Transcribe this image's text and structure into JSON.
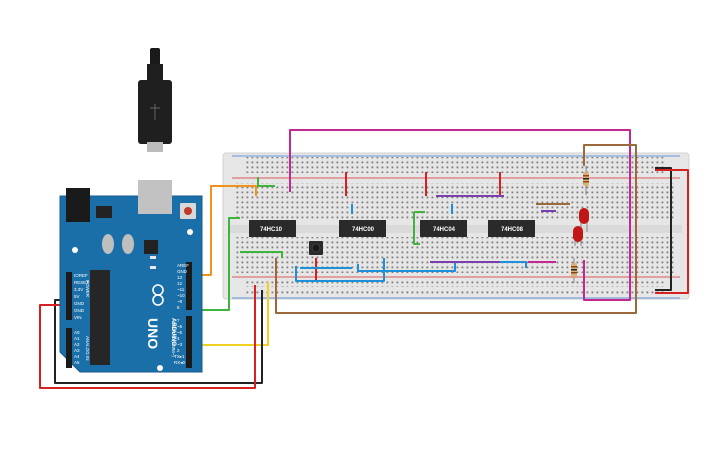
{
  "canvas": {
    "background": "#ffffff"
  },
  "arduino": {
    "brand": "ARDUINO",
    "model": "UNO",
    "top_header_labels": [
      "AREF",
      "GND",
      "13",
      "12",
      "~11",
      "~10",
      "~9",
      "8"
    ],
    "bottom_header_labels": [
      "7",
      "~6",
      "~5",
      "4",
      "~3",
      "2",
      "TX▸1",
      "RX◂0"
    ],
    "digital_label": "DIGITAL (PWM~)",
    "power_labels": [
      "IOREF",
      "RESET",
      "3.3V",
      "5V",
      "GND",
      "GND",
      "VIN"
    ],
    "power_title": "POWER",
    "analog_labels": [
      "A0",
      "A1",
      "A2",
      "A3",
      "A4",
      "A5"
    ],
    "analog_title": "ANALOG IN",
    "board_color": "#1b6fa8",
    "icons": [
      "usb-plug-icon",
      "reset-button-icon",
      "arduino-infinity-logo-icon"
    ]
  },
  "chips": [
    {
      "label": "74HC10"
    },
    {
      "label": "74HC00"
    },
    {
      "label": "74HC04"
    },
    {
      "label": "74HC08"
    }
  ],
  "breadboard": {
    "color": "#e6e6e6",
    "rail_red": "#d62a2a",
    "rail_blue": "#3a7bd5"
  },
  "components": [
    "push-button",
    "resistor-1",
    "resistor-2",
    "resistor-3",
    "led-1",
    "led-2"
  ],
  "wire_colors": {
    "red": "#d52121",
    "black": "#222222",
    "orange": "#f0921e",
    "green": "#3eb33e",
    "yellow": "#f2d024",
    "magenta": "#c2288f",
    "brown": "#9a6a3c",
    "blue": "#1e8fd9",
    "purple": "#7a3fae"
  }
}
